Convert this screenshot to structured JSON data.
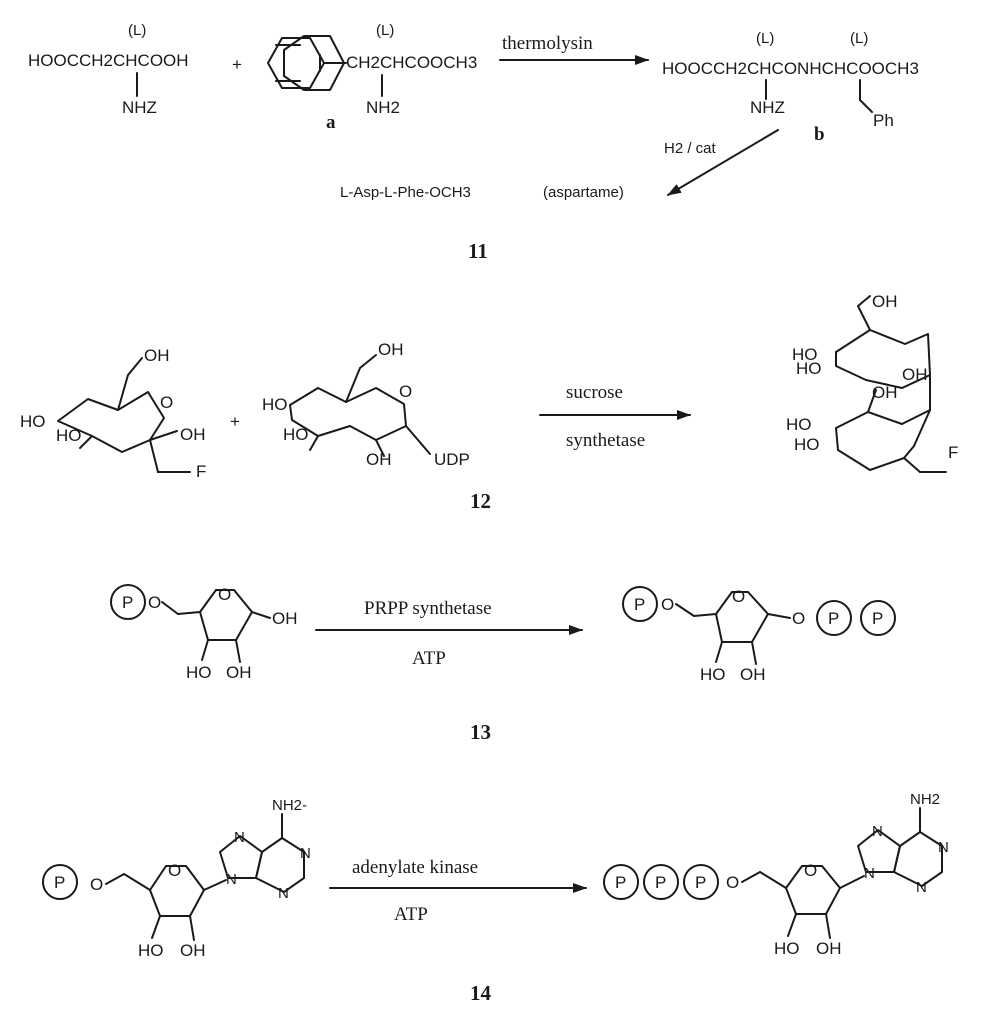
{
  "reaction_11": {
    "number": "11",
    "config_label": "(L)",
    "reactant_aspartic": "HOOCCH2CHCOOH",
    "reactant_aspartic_sub": "NHZ",
    "plus": "+",
    "reactant_phe": "CH2CHCOOCH3",
    "reactant_phe_sub": "NH2",
    "label_a": "a",
    "enzyme": "thermolysin",
    "product_b": "HOOCCH2CHCONHCHCOOCH3",
    "product_b_sub1": "NHZ",
    "product_b_sub2": "Ph",
    "label_b": "b",
    "hydrogenation": "H2 / cat",
    "final_product": "L-Asp-L-Phe-OCH3",
    "final_product_name": "(aspartame)"
  },
  "reaction_12": {
    "number": "12",
    "plus": "+",
    "enzyme_line1": "sucrose",
    "enzyme_line2": "synthetase",
    "oh": "OH",
    "ho": "HO",
    "ring_o": "O",
    "fluoro": "F",
    "udp": "UDP"
  },
  "reaction_13": {
    "number": "13",
    "enzyme": "PRPP synthetase",
    "cofactor": "ATP",
    "phosphate": "P",
    "o": "O",
    "oh": "OH",
    "ho": "HO"
  },
  "reaction_14": {
    "number": "14",
    "enzyme": "adenylate kinase",
    "cofactor": "ATP",
    "phosphate": "P",
    "o": "O",
    "oh": "OH",
    "ho": "HO",
    "n": "N",
    "amine_reactant": "NH2-",
    "amine_product": "NH2"
  }
}
